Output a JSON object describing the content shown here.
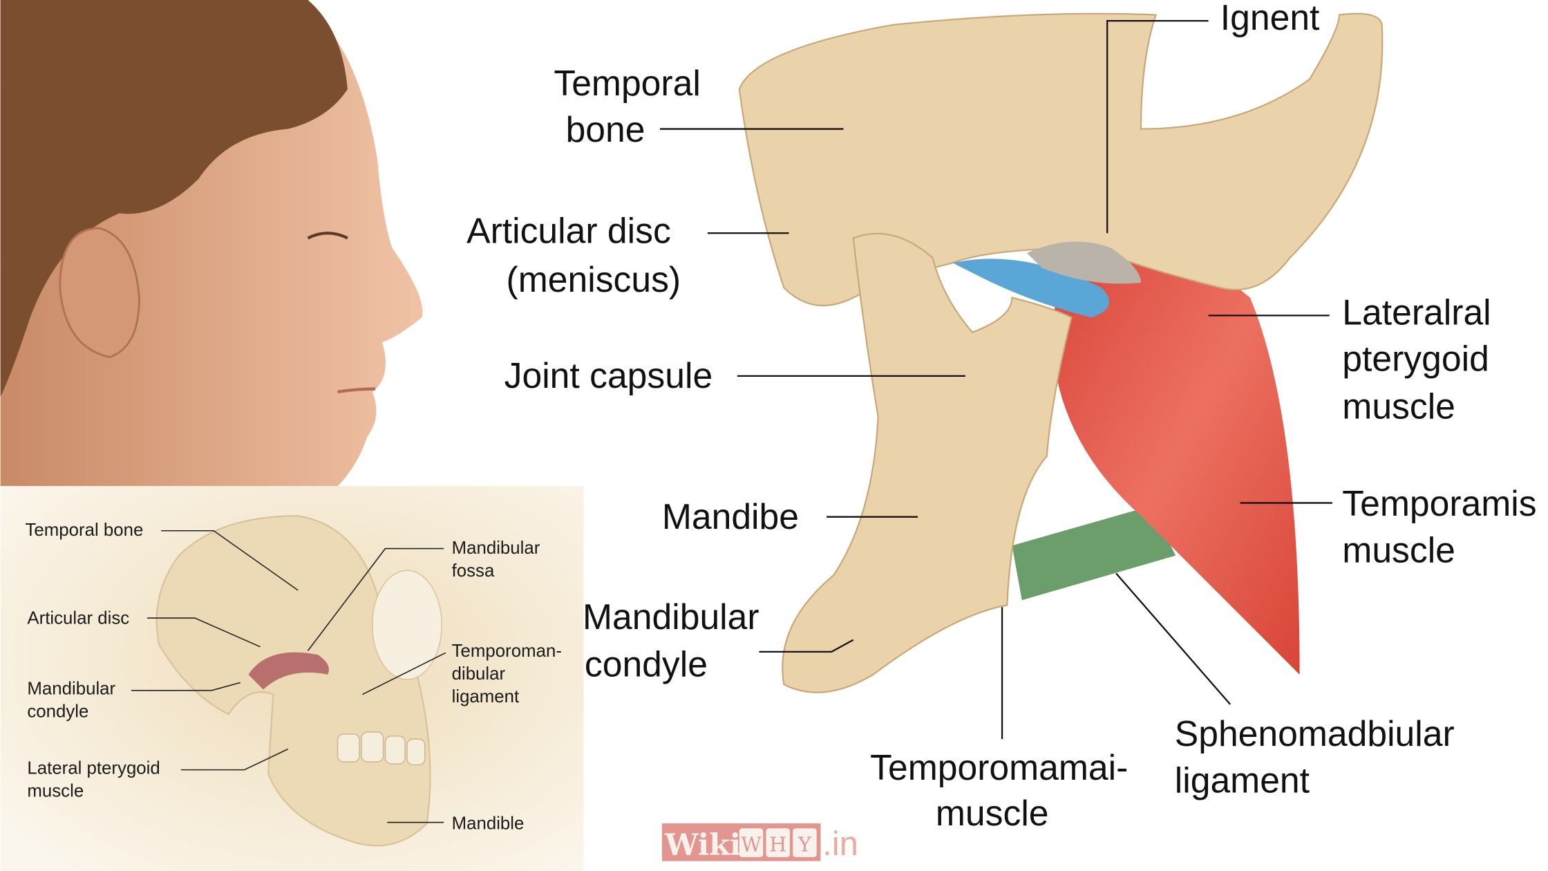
{
  "main_diagram": {
    "labels": {
      "temporal_bone": [
        "Temporal",
        "bone"
      ],
      "articular_disc": [
        "Articular disc",
        "(meniscus)"
      ],
      "joint_capsule": [
        "Joint capsule"
      ],
      "mandible": [
        "Mandibe"
      ],
      "mandibular_condyle": [
        "Mandibular",
        "condyle"
      ],
      "ligament": [
        "Ignent"
      ],
      "lateral_pterygoid": [
        "Lateralral",
        "pterygoid",
        "muscle"
      ],
      "temporalis": [
        "Temporamis",
        "muscle"
      ],
      "sphenomandibular": [
        "Sphenomadbiular",
        "ligament"
      ],
      "temporomandibular_muscle": [
        "Temporomamai-",
        "muscle"
      ]
    },
    "colors": {
      "bone": "#ead3aa",
      "muscle": "#e2574a",
      "disc": "#5aa6d6",
      "ligament": "#6b9e6a"
    }
  },
  "inset_diagram": {
    "labels": {
      "temporal_bone": [
        "Temporal bone"
      ],
      "articular_disc": [
        "Articular disc"
      ],
      "mandibular_condyle": [
        "Mandibular",
        "condyle"
      ],
      "lateral_pterygoid": [
        "Lateral pterygoid",
        "muscle"
      ],
      "mandibular_fossa": [
        "Mandibular",
        "fossa"
      ],
      "temporomandibular_ligament": [
        "Temporoman-",
        "dibular",
        "ligament"
      ],
      "mandible": [
        "Mandible"
      ]
    }
  },
  "watermark": {
    "wiki": "Wiki",
    "letters": [
      "W",
      "H",
      "Y"
    ],
    "suffix": ".in",
    "color": "#e3968f"
  }
}
